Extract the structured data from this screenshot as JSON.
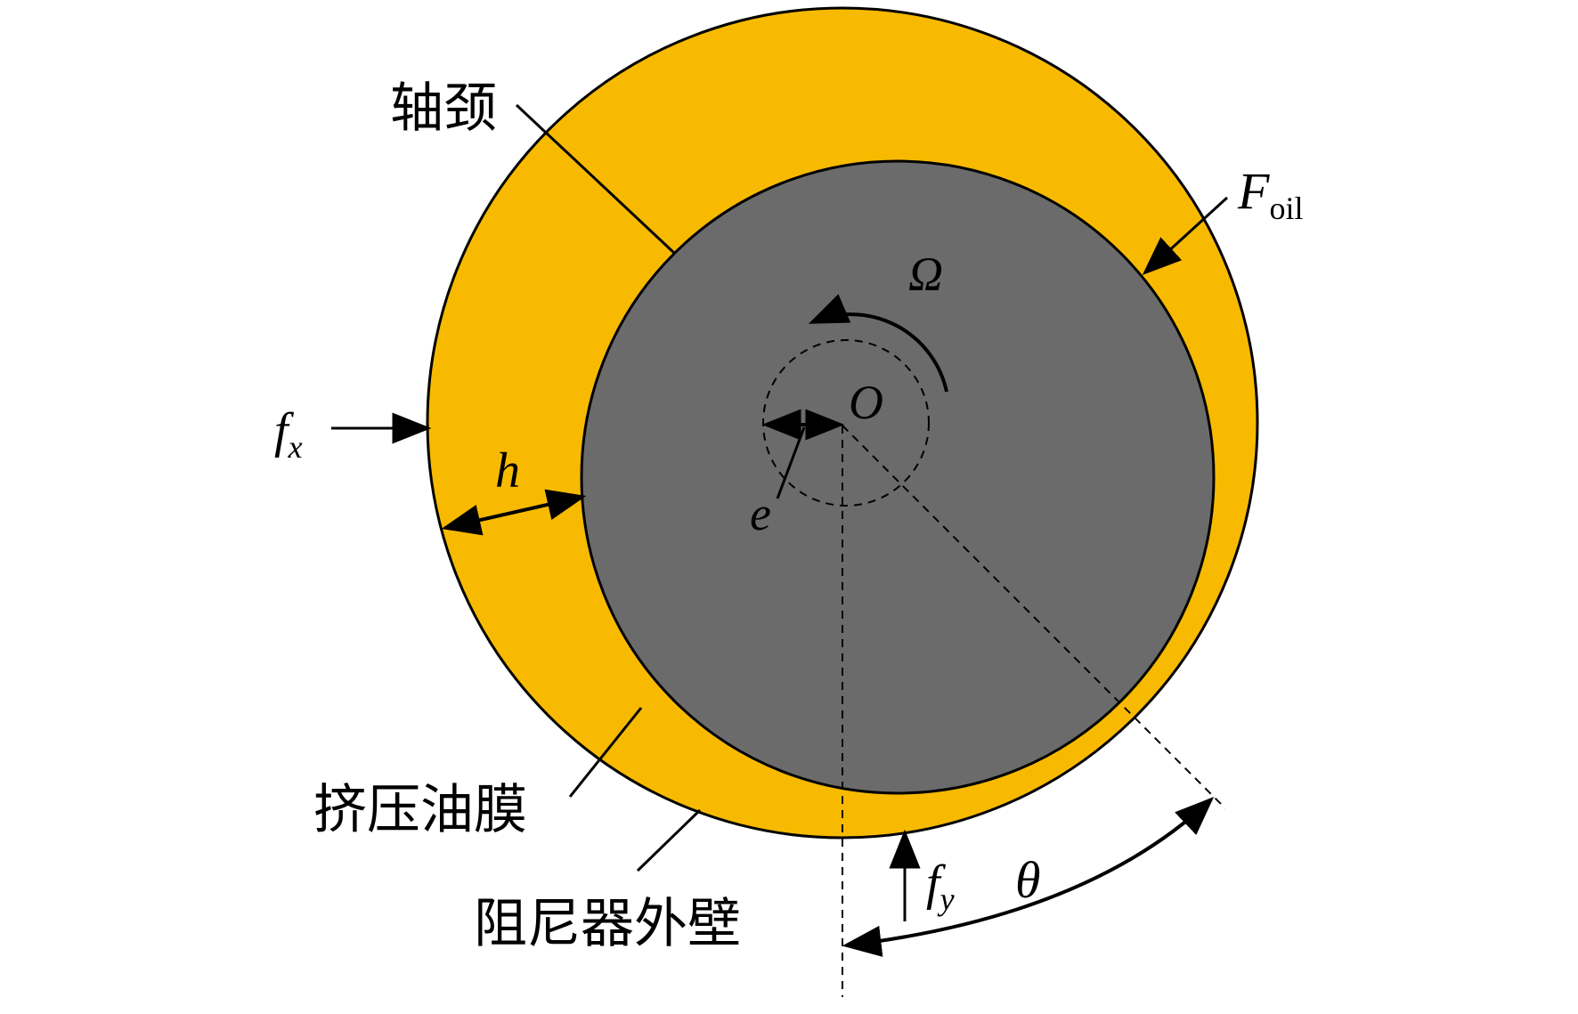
{
  "labels": {
    "journal": "轴颈",
    "squeeze_film": "挤压油膜",
    "damper_outer_wall": "阻尼器外壁",
    "oil_force_symbol": "F",
    "oil_force_subscript": "oil",
    "speed": "Ω",
    "center": "O",
    "eccentricity": "e",
    "film_thickness": "h",
    "force_x_symbol": "f",
    "force_x_subscript": "x",
    "force_y_symbol": "f",
    "force_y_subscript": "y",
    "angle": "θ"
  },
  "colors": {
    "oil_film": "#F7BA00",
    "journal": "#6B6B6B",
    "line": "#000000",
    "background": "#FFFFFF"
  }
}
